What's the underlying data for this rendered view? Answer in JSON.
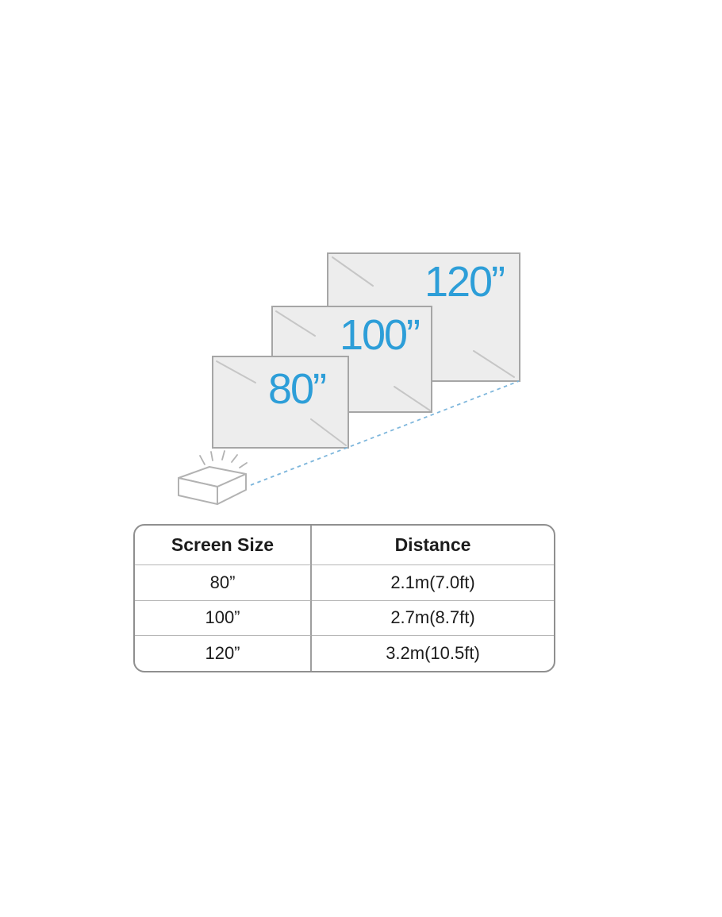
{
  "diagram": {
    "screens": [
      {
        "label": "80”"
      },
      {
        "label": "100”"
      },
      {
        "label": "120”"
      }
    ],
    "label_color": "#2D9ED8",
    "beam_color": "#7DB6DC",
    "screen_fill": "#EDEDED",
    "screen_border": "#A6A6A6"
  },
  "table": {
    "headers": {
      "screen_size": "Screen Size",
      "distance": "Distance"
    },
    "rows": [
      {
        "size": "80”",
        "distance": "2.1m(7.0ft)"
      },
      {
        "size": "100”",
        "distance": "2.7m(8.7ft)"
      },
      {
        "size": "120”",
        "distance": "3.2m(10.5ft)"
      }
    ]
  }
}
